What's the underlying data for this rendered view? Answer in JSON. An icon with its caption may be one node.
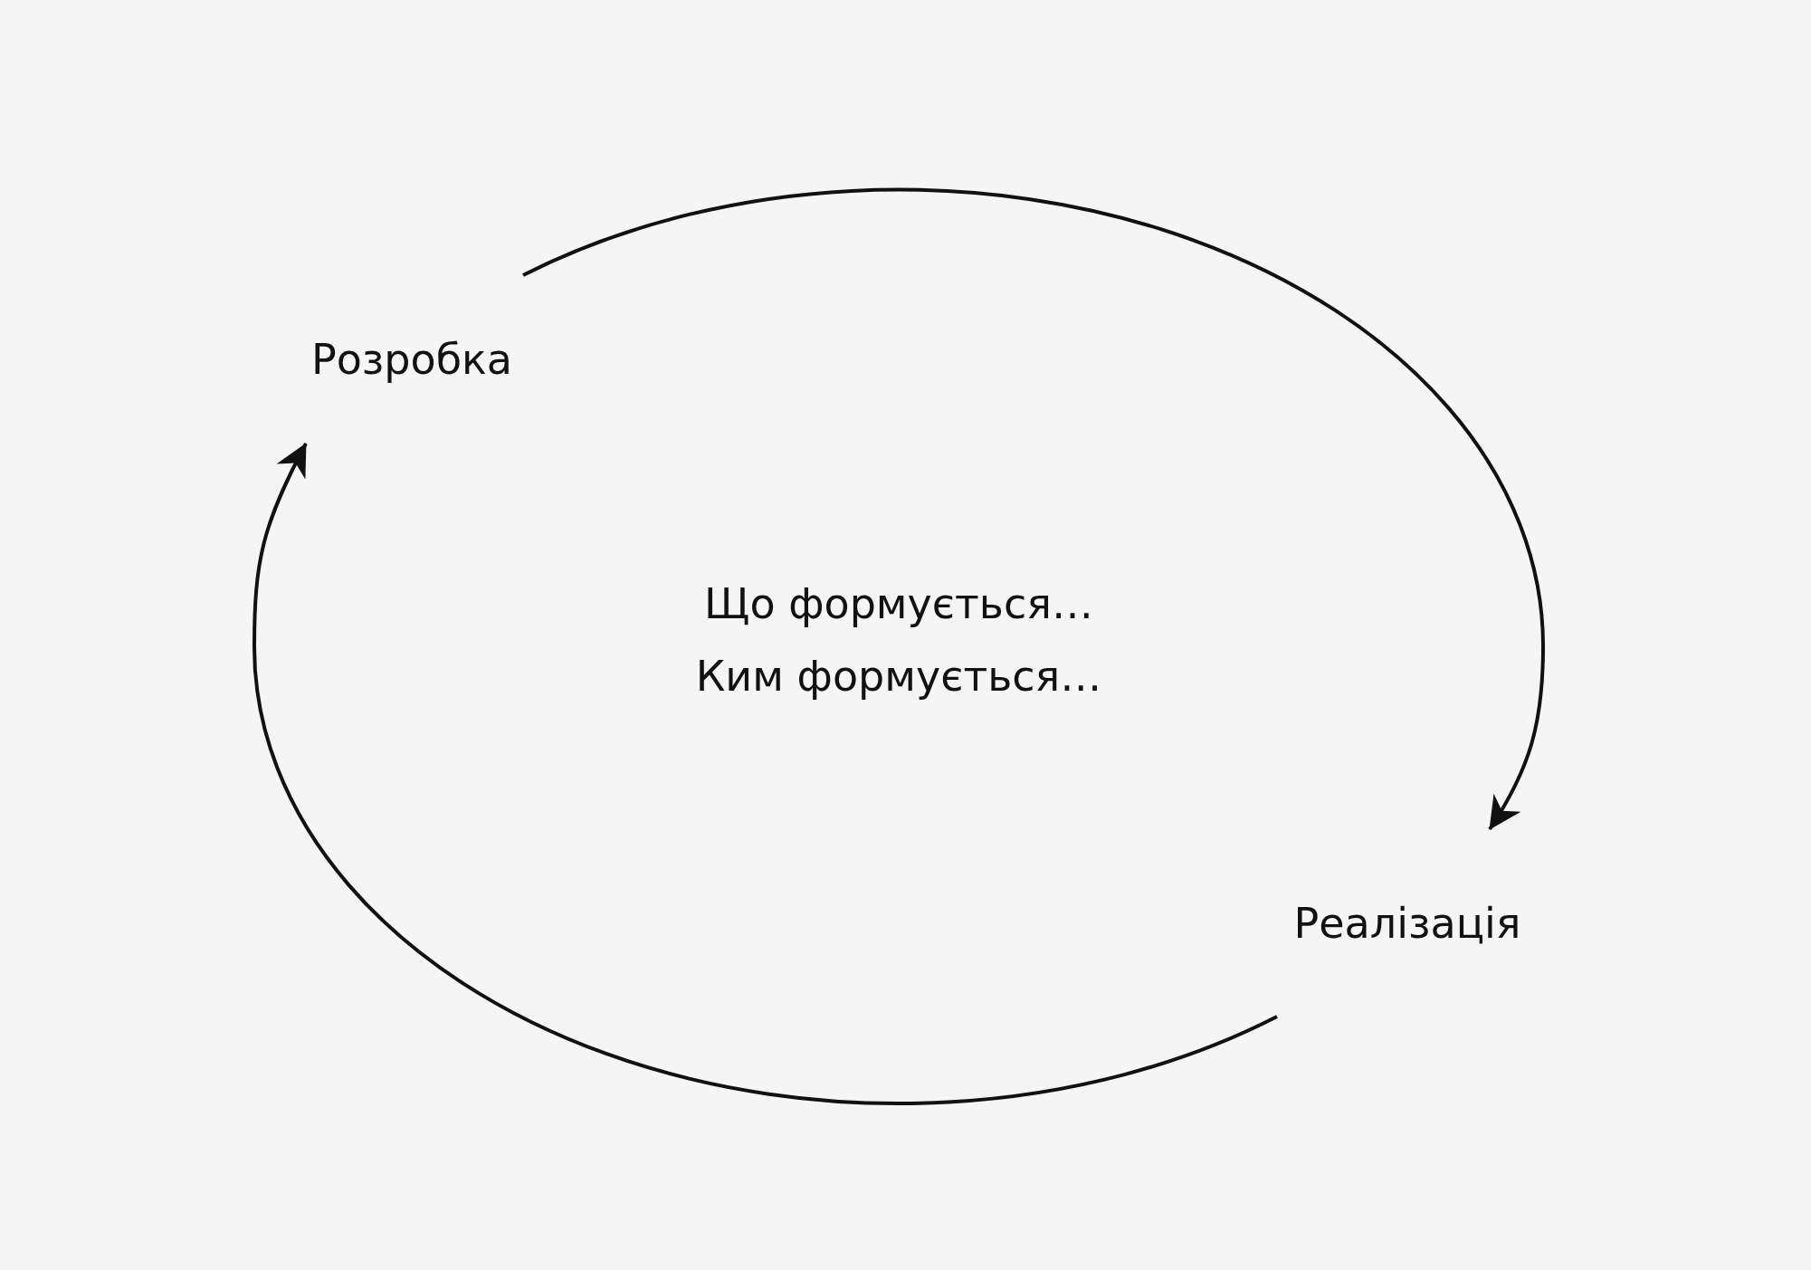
{
  "diagram": {
    "nodes": [
      {
        "text": [
          "Розробка"
        ]
      },
      {
        "text": [
          "Реалізація"
        ]
      }
    ],
    "edges": [
      {
        "from": 0,
        "to": 1,
        "arrow": "to"
      },
      {
        "from": 1,
        "to": 0,
        "arrow": "to"
      }
    ],
    "labels": [
      "Що формується…",
      "Ким формується…"
    ]
  }
}
